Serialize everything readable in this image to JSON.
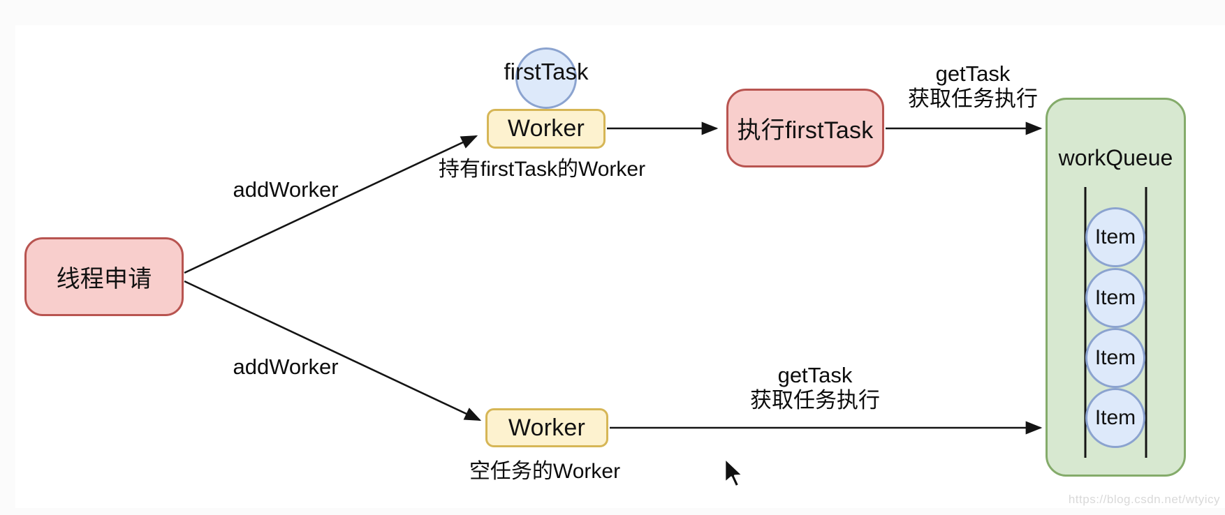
{
  "palette": {
    "page_bg": "#fbfbfb",
    "canvas_bg": "#ffffff",
    "pink_fill": "#f8cecc",
    "pink_border": "#b85450",
    "yellow_fill": "#fdf2cf",
    "yellow_border": "#d6b656",
    "green_fill": "#d7e8d0",
    "green_border": "#84ab6a",
    "blue_fill": "#dde9fa",
    "blue_border": "#8ba3cf",
    "line": "#141414",
    "watermark": "#d9d9d9"
  },
  "nodes": {
    "thread_request": {
      "label": "线程申请"
    },
    "first_task": {
      "label": "firstTask"
    },
    "worker_top": {
      "label": "Worker",
      "caption": "持有firstTask的Worker"
    },
    "execute_first_task": {
      "label": "执行firstTask"
    },
    "worker_bottom": {
      "label": "Worker",
      "caption": "空任务的Worker"
    },
    "work_queue": {
      "title": "workQueue",
      "items": [
        "Item",
        "Item",
        "Item",
        "Item"
      ]
    }
  },
  "edges": {
    "add_worker_top": {
      "label": "addWorker"
    },
    "add_worker_bottom": {
      "label": "addWorker"
    },
    "get_task_top": {
      "line1": "getTask",
      "line2": "获取任务执行"
    },
    "get_task_bottom": {
      "line1": "getTask",
      "line2": "获取任务执行"
    }
  },
  "watermark": {
    "text": "https://blog.csdn.net/wtyicy"
  }
}
